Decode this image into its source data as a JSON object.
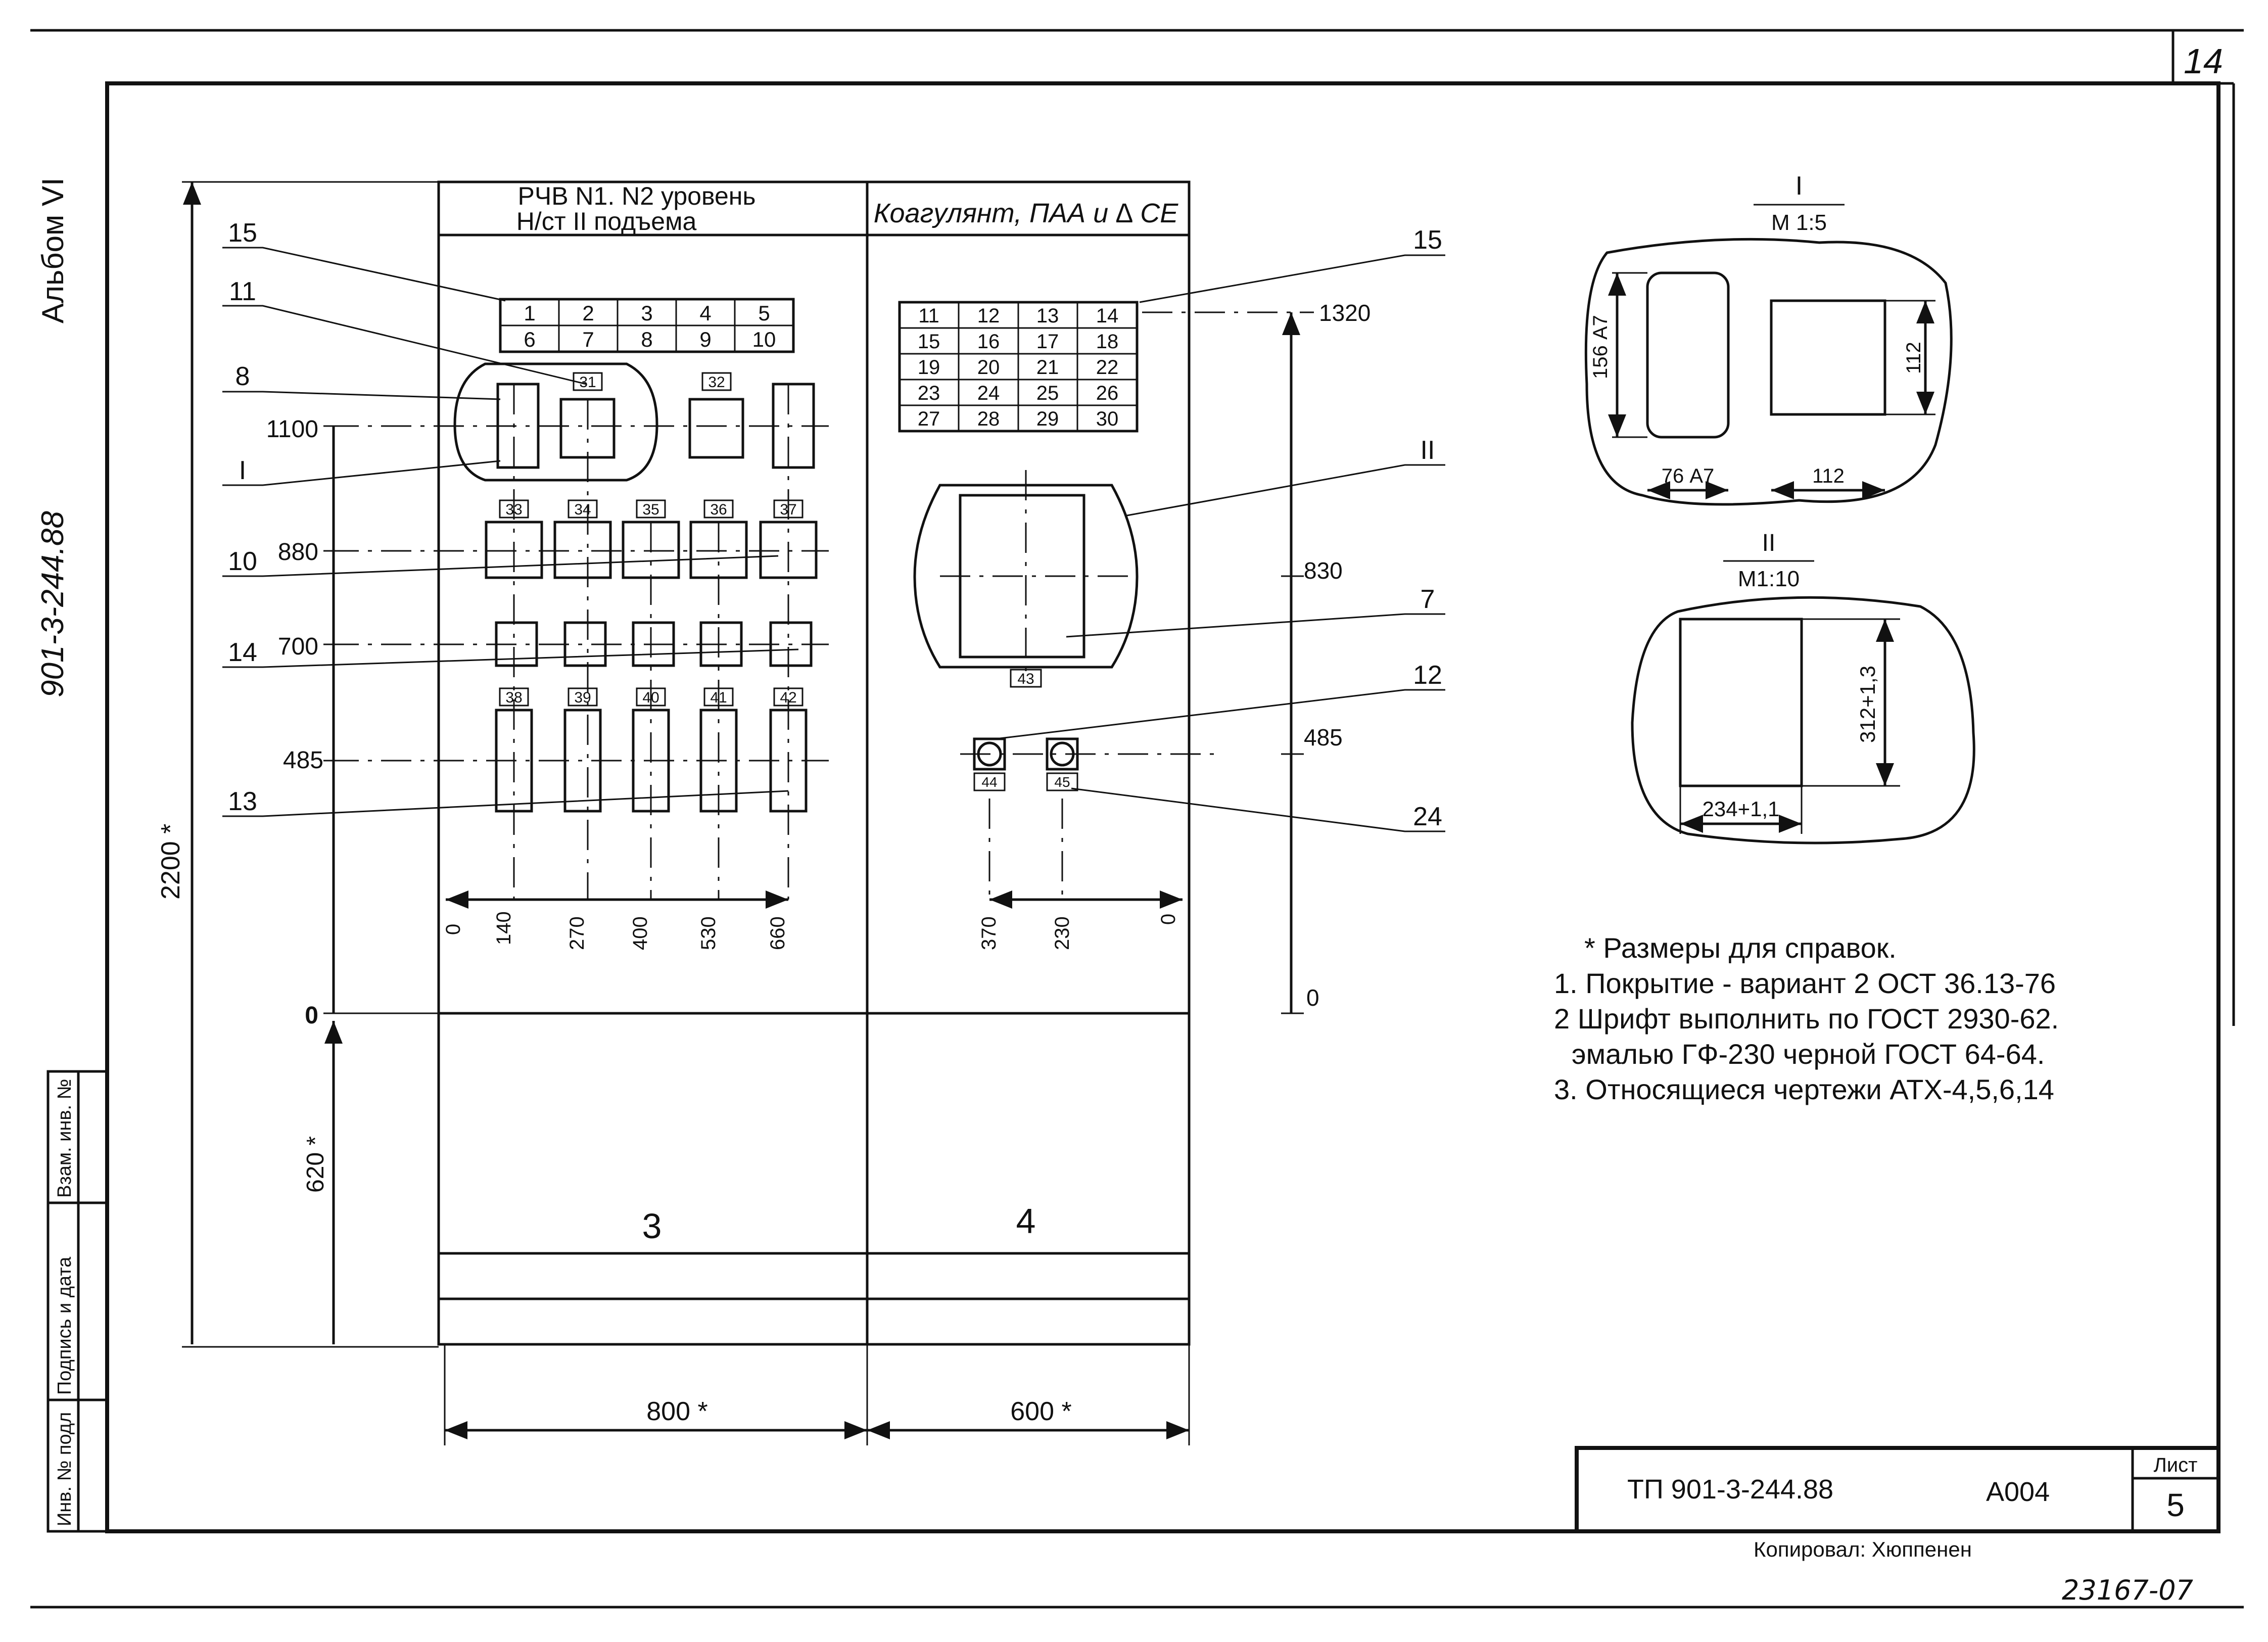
{
  "sheet": {
    "corner_number": "14",
    "side_album": "Альбом VI",
    "side_project": "901-3-244.88",
    "side_stamp": [
      "Инв. № подл",
      "Подпись и дата",
      "Взам. инв. №"
    ],
    "copied_by": "Копировал: Хюппенен",
    "order_number": "23167-07"
  },
  "title_block": {
    "code": "ТП 901-3-244.88",
    "mark": "А004",
    "sheet_label": "Лист",
    "sheet_no": "5"
  },
  "panel3": {
    "title_line1": "РЧВ N1. N2 уровень",
    "title_line2": "Н/ст II подъема",
    "number": "3",
    "table": [
      [
        "1",
        "2",
        "3",
        "4",
        "5"
      ],
      [
        "6",
        "7",
        "8",
        "9",
        "10"
      ]
    ],
    "boxes": [
      "31",
      "32",
      "33",
      "34",
      "35",
      "36",
      "37",
      "38",
      "39",
      "40",
      "41",
      "42"
    ],
    "dim_y": [
      "1100",
      "880",
      "700",
      "485",
      "0"
    ],
    "dim_x": [
      "0",
      "140",
      "270",
      "400",
      "530",
      "660"
    ],
    "leaders": [
      "15",
      "11",
      "8",
      "I",
      "10",
      "14",
      "13"
    ],
    "dim_height": "2200 *",
    "dim_base": "620 *",
    "dim_width": "800 *"
  },
  "panel4": {
    "title": "Коагулянт, ПАА и ∆ СЕ",
    "number": "4",
    "table": [
      [
        "11",
        "12",
        "13",
        "14"
      ],
      [
        "15",
        "16",
        "17",
        "18"
      ],
      [
        "19",
        "20",
        "21",
        "22"
      ],
      [
        "23",
        "24",
        "25",
        "26"
      ],
      [
        "27",
        "28",
        "29",
        "30"
      ]
    ],
    "boxes": [
      "43",
      "44",
      "45"
    ],
    "dim_y": [
      "1320",
      "830",
      "485",
      "0"
    ],
    "dim_x": [
      "370",
      "230",
      "0"
    ],
    "leaders": [
      "15",
      "II",
      "7",
      "12",
      "24"
    ],
    "dim_width": "600 *"
  },
  "detail1": {
    "label": "I",
    "scale": "М 1:5",
    "dims": [
      "156 А7",
      "76 А7",
      "112",
      "112"
    ]
  },
  "detail2": {
    "label": "II",
    "scale": "М1:10",
    "dims": [
      "312+1,3",
      "234+1,1"
    ]
  },
  "notes": [
    "* Размеры для справок.",
    "1. Покрытие - вариант 2 ОСТ 36.13-76",
    "2 Шрифт выполнить по ГОСТ 2930-62.",
    "эмалью ГФ-230 черной ГОСТ 64-64.",
    "3. Относящиеся чертежи АТХ-4,5,6,14"
  ]
}
